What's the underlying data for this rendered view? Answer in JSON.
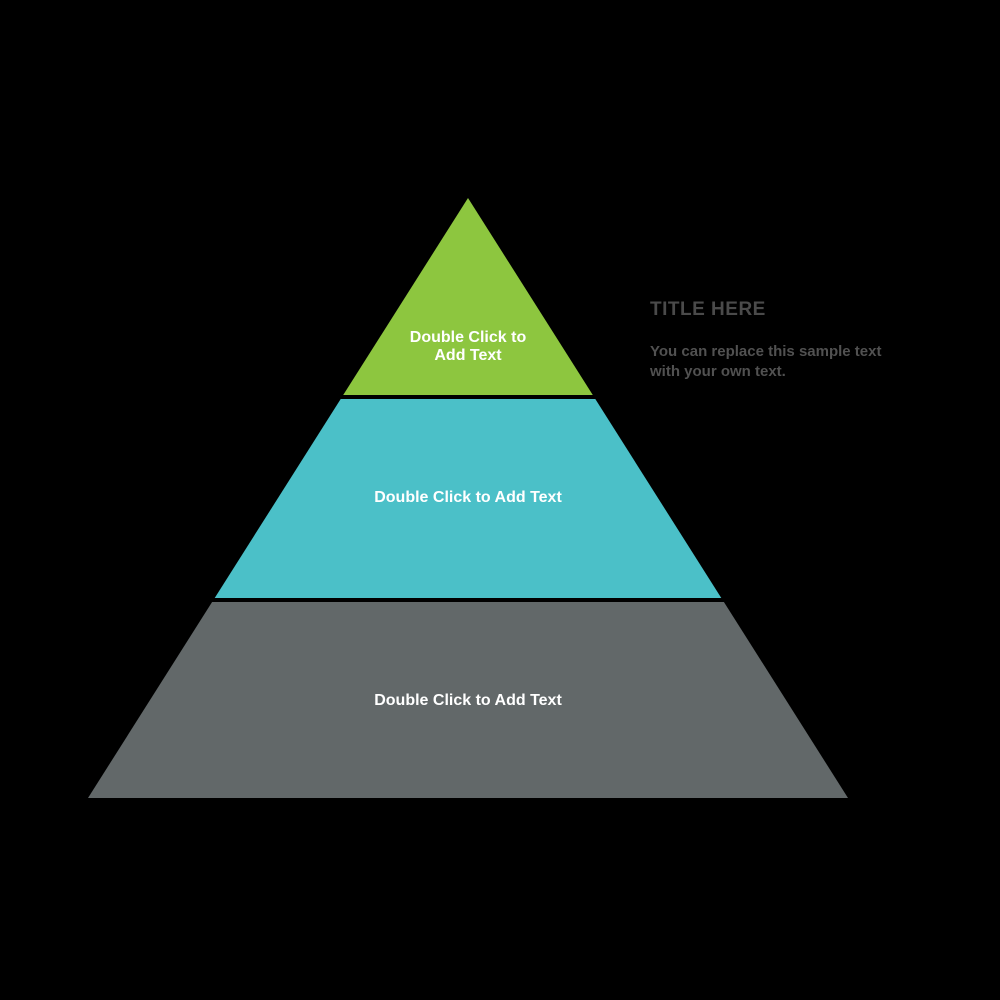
{
  "canvas": {
    "background_color": "#000000",
    "label_text_color": "#FFFFFF"
  },
  "pyramid": {
    "tiers": [
      {
        "id": "top",
        "label": "Double Click to\nAdd Text",
        "color": "#8DC63F"
      },
      {
        "id": "middle",
        "label": "Double Click to Add Text",
        "color": "#4BC0C8"
      },
      {
        "id": "bottom",
        "label": "Double Click to Add Text",
        "color": "#626869"
      }
    ]
  },
  "annotation": {
    "title": "TITLE HERE",
    "title_color": "#4A4A4A",
    "body": "You can replace this sample text\nwith your own text.",
    "body_color": "#515151"
  }
}
